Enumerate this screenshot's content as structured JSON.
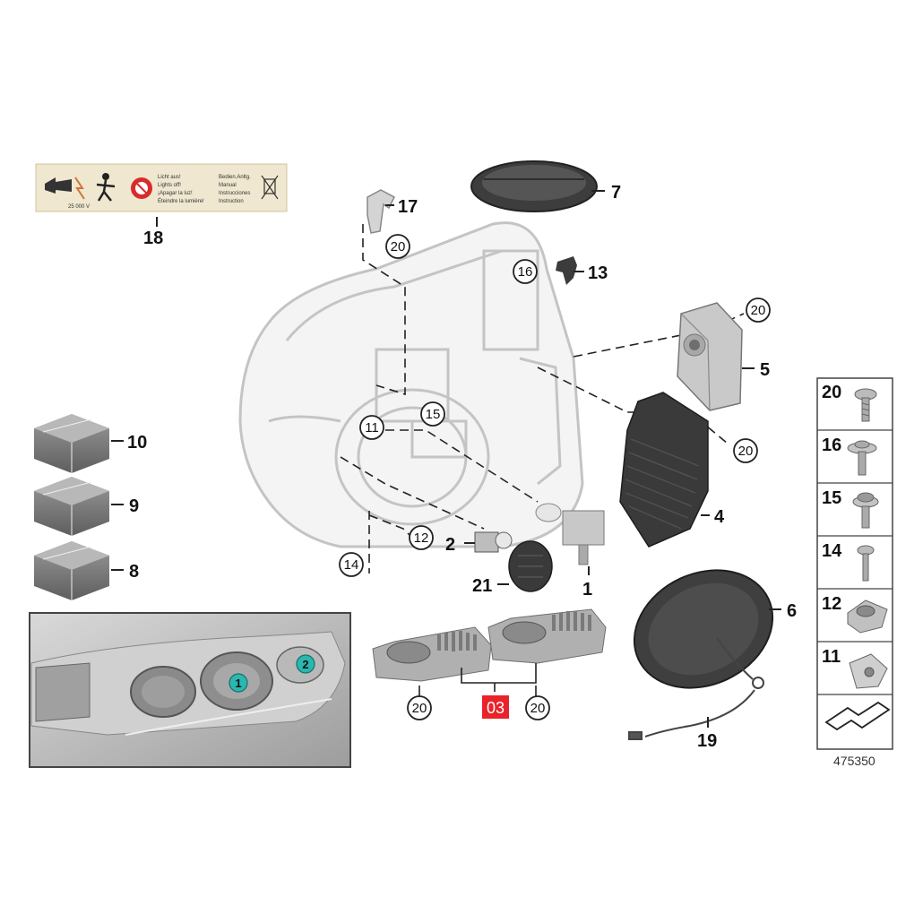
{
  "callouts": {
    "c1": "1",
    "c2": "2",
    "c4": "4",
    "c5": "5",
    "c6": "6",
    "c7": "7",
    "c8": "8",
    "c9": "9",
    "c10": "10",
    "c13": "13",
    "c17": "17",
    "c18": "18",
    "c19": "19",
    "c21": "21",
    "c03": "03"
  },
  "circled": {
    "n20": "20",
    "n16": "16",
    "n15": "15",
    "n11": "11",
    "n12": "12",
    "n14": "14"
  },
  "warning_label": {
    "col1": [
      "Licht aus!",
      "Lights off!",
      "¡Apagar la luz!",
      "Éteindre la lumière!"
    ],
    "col2": [
      "Bedien.Anltg.",
      "Manual",
      "Instrucciones",
      "Instruction"
    ],
    "voltage": "25 000 V"
  },
  "inset": {
    "marker1": "1",
    "marker2": "2"
  },
  "sidebar": {
    "items": [
      {
        "num": "20",
        "icon": "torx-screw-icon"
      },
      {
        "num": "16",
        "icon": "washer-screw-icon"
      },
      {
        "num": "15",
        "icon": "flange-screw-icon"
      },
      {
        "num": "14",
        "icon": "bolt-icon"
      },
      {
        "num": "12",
        "icon": "nut-clip-icon"
      },
      {
        "num": "11",
        "icon": "speed-nut-icon"
      }
    ]
  },
  "diagram_number": "475350",
  "colors": {
    "highlight": "#e8232a",
    "marker": "#2ab7b0",
    "ink": "#1a1a1a"
  }
}
